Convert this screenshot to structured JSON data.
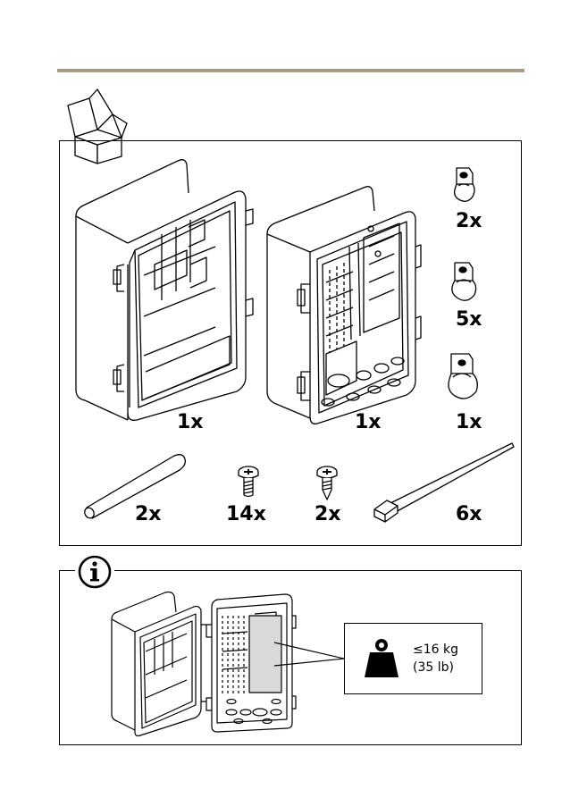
{
  "colors": {
    "rule": "#a89a86",
    "line": "#000000",
    "shade": "#d9d9d9"
  },
  "header": {
    "package_icon": "open-box-icon"
  },
  "contents": {
    "items": [
      {
        "name": "enclosure-door",
        "qty": "1x"
      },
      {
        "name": "enclosure-base",
        "qty": "1x"
      },
      {
        "name": "clamp-small",
        "qty": "2x"
      },
      {
        "name": "clamp-medium",
        "qty": "5x"
      },
      {
        "name": "clamp-large",
        "qty": "1x"
      },
      {
        "name": "rod",
        "qty": "2x"
      },
      {
        "name": "machine-screw",
        "qty": "14x"
      },
      {
        "name": "tapping-screw",
        "qty": "2x"
      },
      {
        "name": "cable-tie",
        "qty": "6x"
      }
    ]
  },
  "info": {
    "icon": "info-icon",
    "weight_icon": "weight-icon",
    "weight_kg": "≤16 kg",
    "weight_lb": "(35 lb)"
  }
}
